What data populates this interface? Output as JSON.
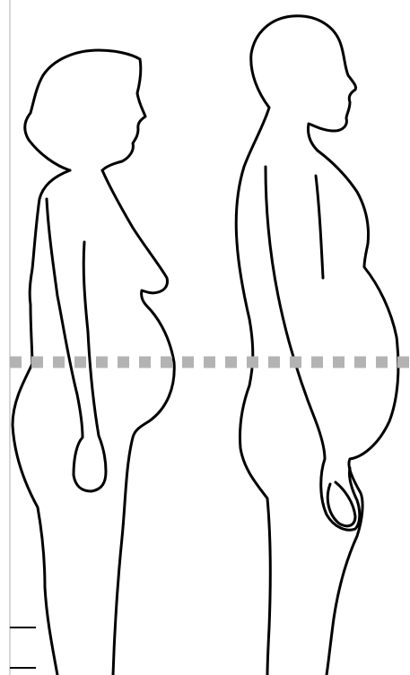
{
  "figure": {
    "subjects": [
      "female-silhouette",
      "male-silhouette"
    ],
    "measurement_line": "waist-level-dashed-line",
    "colors": {
      "background": "#ffffff",
      "outline": "#000000",
      "dashed_line": "#b3b3b3",
      "border": "#c8c8c8"
    }
  }
}
